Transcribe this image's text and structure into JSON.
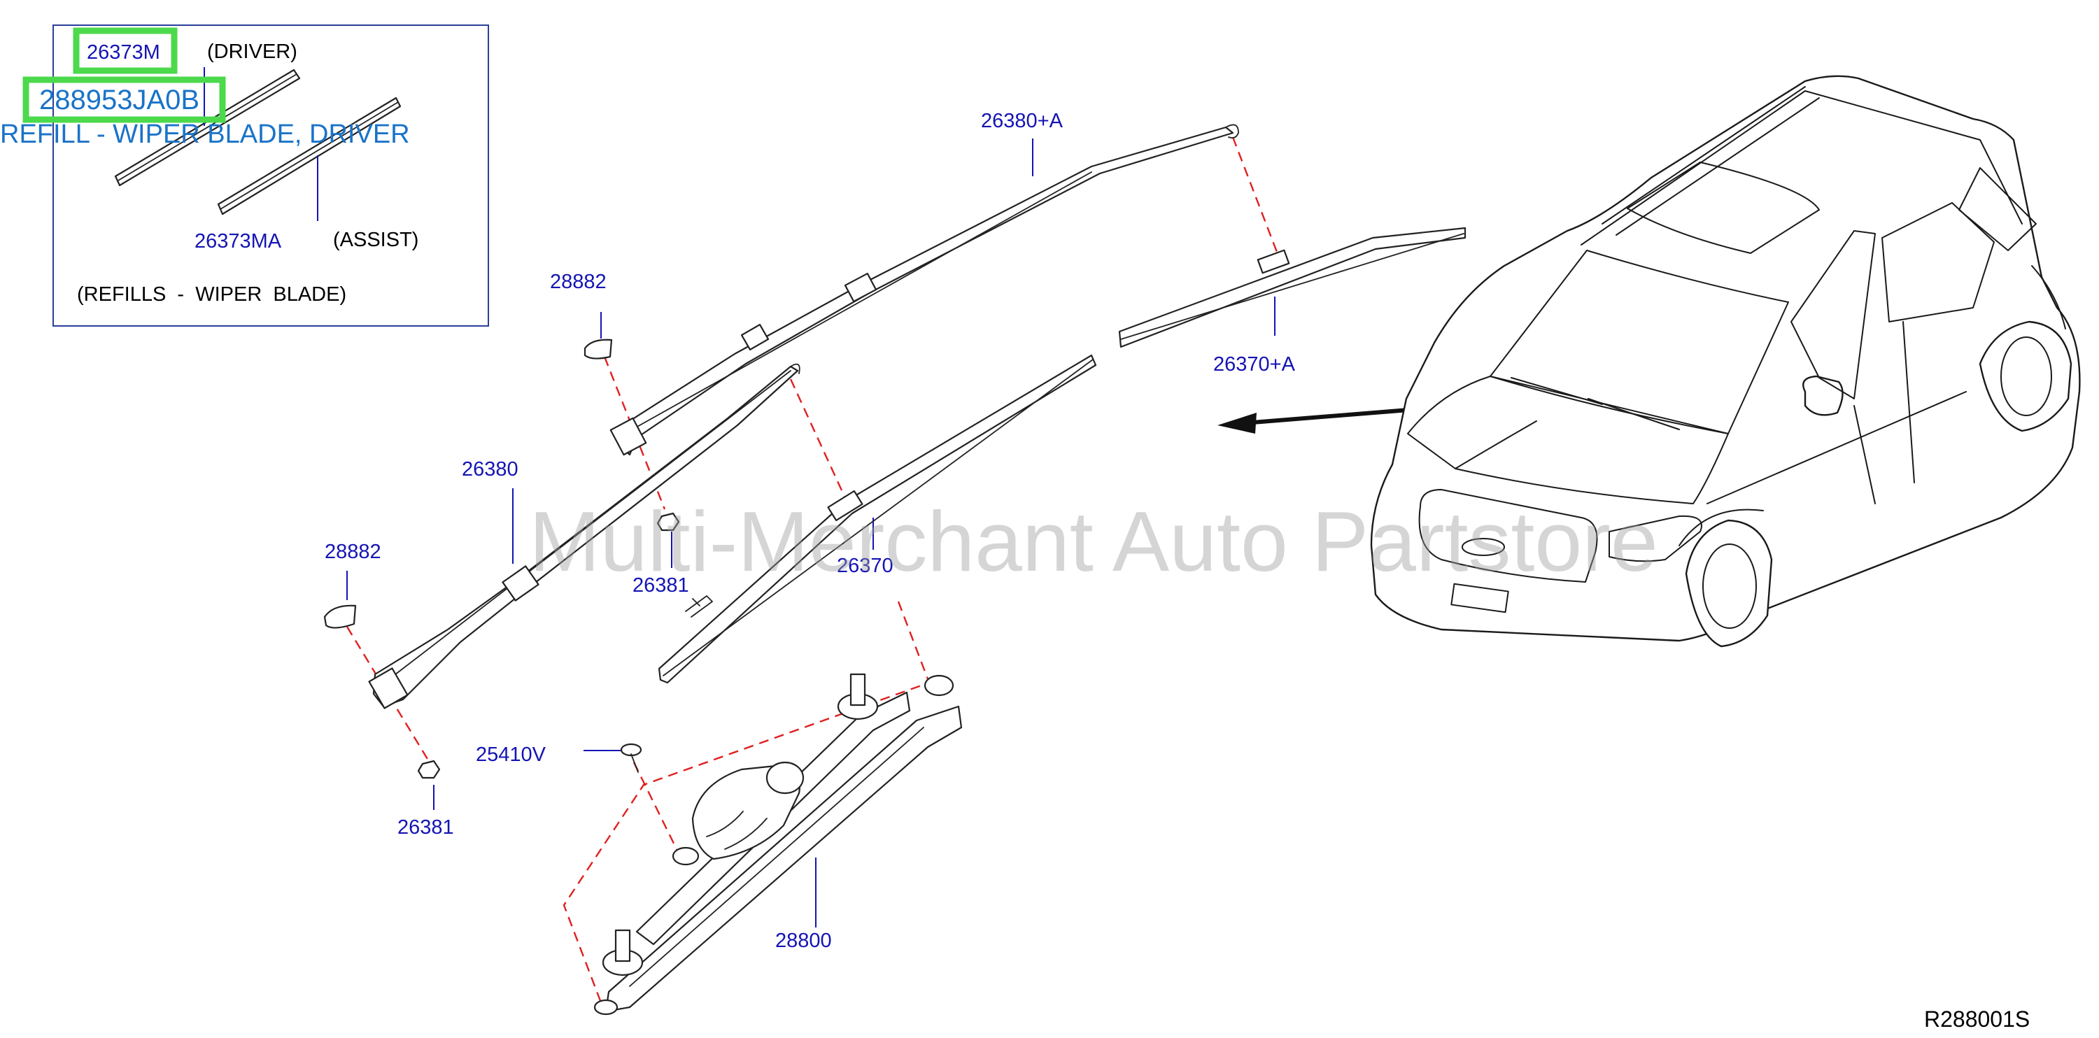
{
  "inset": {
    "driver_part": "26373M",
    "driver_note": "(DRIVER)",
    "assist_part": "26373MA",
    "assist_note": "(ASSIST)",
    "caption": "(REFILLS  -  WIPER  BLADE)"
  },
  "highlight": {
    "part_number": "288953JA0B",
    "description": "REFILL - WIPER BLADE, DRIVER",
    "color": "#1a73c8",
    "box_color": "#4cd94c"
  },
  "callouts": {
    "arm_assist": "26380+A",
    "blade_assist": "26370+A",
    "cap_upper": "28882",
    "arm_driver": "26380",
    "cap_lower": "28882",
    "nut_upper": "26381",
    "blade_driver": "26370",
    "screw": "25410V",
    "nut_lower": "26381",
    "linkage": "28800"
  },
  "watermark": "Multi-Merchant Auto Partstore",
  "diagram_code": "R288001S",
  "colors": {
    "label": "#1414b4",
    "dashed": "#e02020",
    "highlight_box": "#4cd94c"
  }
}
